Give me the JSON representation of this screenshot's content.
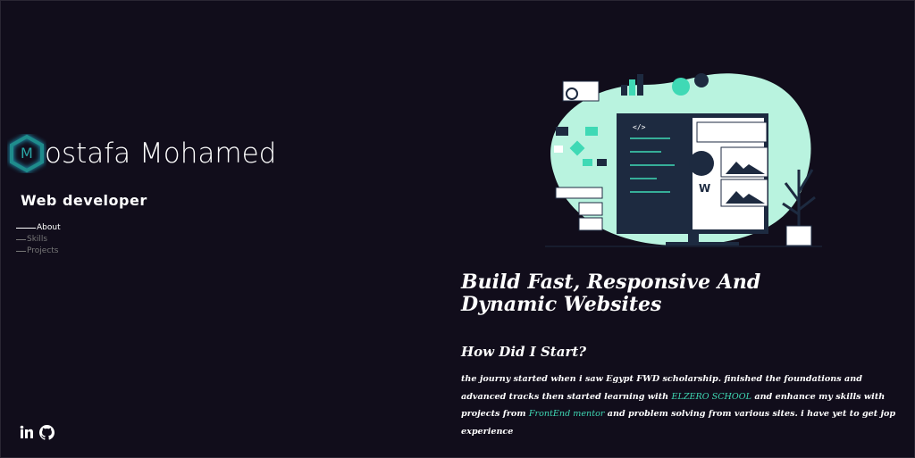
{
  "brand": {
    "logo_letter": "M",
    "name": "ostafa Mohamed",
    "role": "Web developer"
  },
  "nav": [
    {
      "label": "About",
      "active": true
    },
    {
      "label": "Skills",
      "active": false
    },
    {
      "label": "Projects",
      "active": false
    }
  ],
  "social": [
    "linkedin-icon",
    "github-icon"
  ],
  "colors": {
    "bg": "#110d1b",
    "accent": "#3fd9b5",
    "illustration": "#b9f3df"
  },
  "hero": {
    "title": "Build Fast, Responsive And Dynamic Websites",
    "subtitle": "How Did I Start?",
    "p1": "the journy started when i saw Egypt FWD scholarship. finished the foundations and advanced tracks then started learning with ",
    "link1": "ELZERO SCHOOL",
    "p2": " and enhance my skills with projects from ",
    "link2": "FrontEnd mentor",
    "p3": " and problem solving from various sites. i have yet to get jop experience",
    "code_tag": "</>"
  }
}
